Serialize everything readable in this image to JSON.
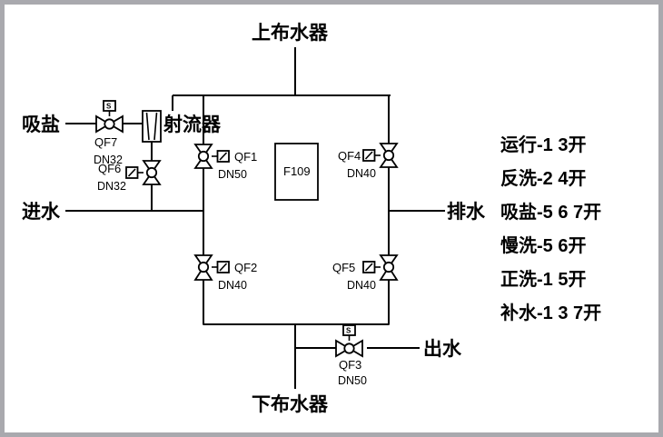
{
  "diagram": {
    "title_context": "softener valve train schematic",
    "border_color": "#a9a9ae",
    "line_color": "#000000",
    "background": "#ffffff"
  },
  "port_labels": {
    "top_distributor": "上布水器",
    "bottom_distributor": "下布水器",
    "salt_suction": "吸盐",
    "water_inlet": "进水",
    "drain": "排水",
    "water_outlet": "出水",
    "ejector": "射流器"
  },
  "vessel": {
    "controller_id": "F109"
  },
  "valves": [
    {
      "id": "QF1",
      "size": "DN50",
      "orientation": "vertical",
      "actuator": "motor",
      "actuator_side": "right"
    },
    {
      "id": "QF2",
      "size": "DN40",
      "orientation": "vertical",
      "actuator": "motor",
      "actuator_side": "right"
    },
    {
      "id": "QF3",
      "size": "DN50",
      "orientation": "horizontal",
      "actuator": "solenoid",
      "actuator_side": "top"
    },
    {
      "id": "QF4",
      "size": "DN40",
      "orientation": "vertical",
      "actuator": "motor",
      "actuator_side": "left"
    },
    {
      "id": "QF5",
      "size": "DN40",
      "orientation": "vertical",
      "actuator": "motor",
      "actuator_side": "left"
    },
    {
      "id": "QF6",
      "size": "DN32",
      "orientation": "vertical",
      "actuator": "motor",
      "actuator_side": "left"
    },
    {
      "id": "QF7",
      "size": "DN32",
      "orientation": "horizontal",
      "actuator": "solenoid",
      "actuator_side": "top"
    }
  ],
  "actuator_glyphs": {
    "solenoid": "S",
    "motor": "slash"
  },
  "legend": {
    "lines": [
      "运行-1 3开",
      "反洗-2 4开",
      "吸盐-5 6 7开",
      "慢洗-5 6开",
      "正洗-1 5开",
      "补水-1 3 7开"
    ]
  }
}
